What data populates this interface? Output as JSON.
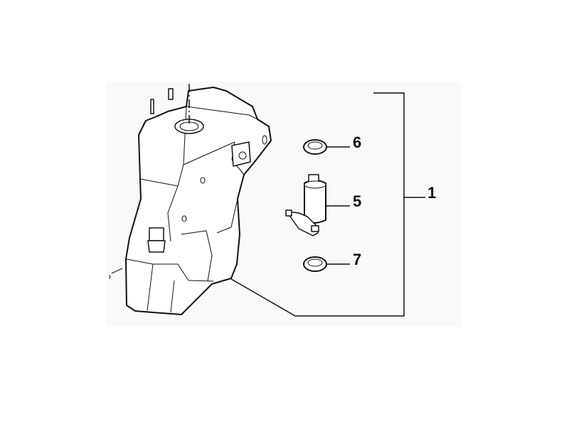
{
  "diagram": {
    "callouts": [
      {
        "id": "6",
        "label": "6",
        "part": "seal-top"
      },
      {
        "id": "5",
        "label": "5",
        "part": "washer-pump"
      },
      {
        "id": "7",
        "label": "7",
        "part": "seal-bottom"
      },
      {
        "id": "1",
        "label": "1",
        "part": "washer-reservoir-assembly"
      }
    ],
    "colors": {
      "line": "#111111",
      "panel": "#f9f9f9",
      "fill": "#ffffff"
    }
  }
}
